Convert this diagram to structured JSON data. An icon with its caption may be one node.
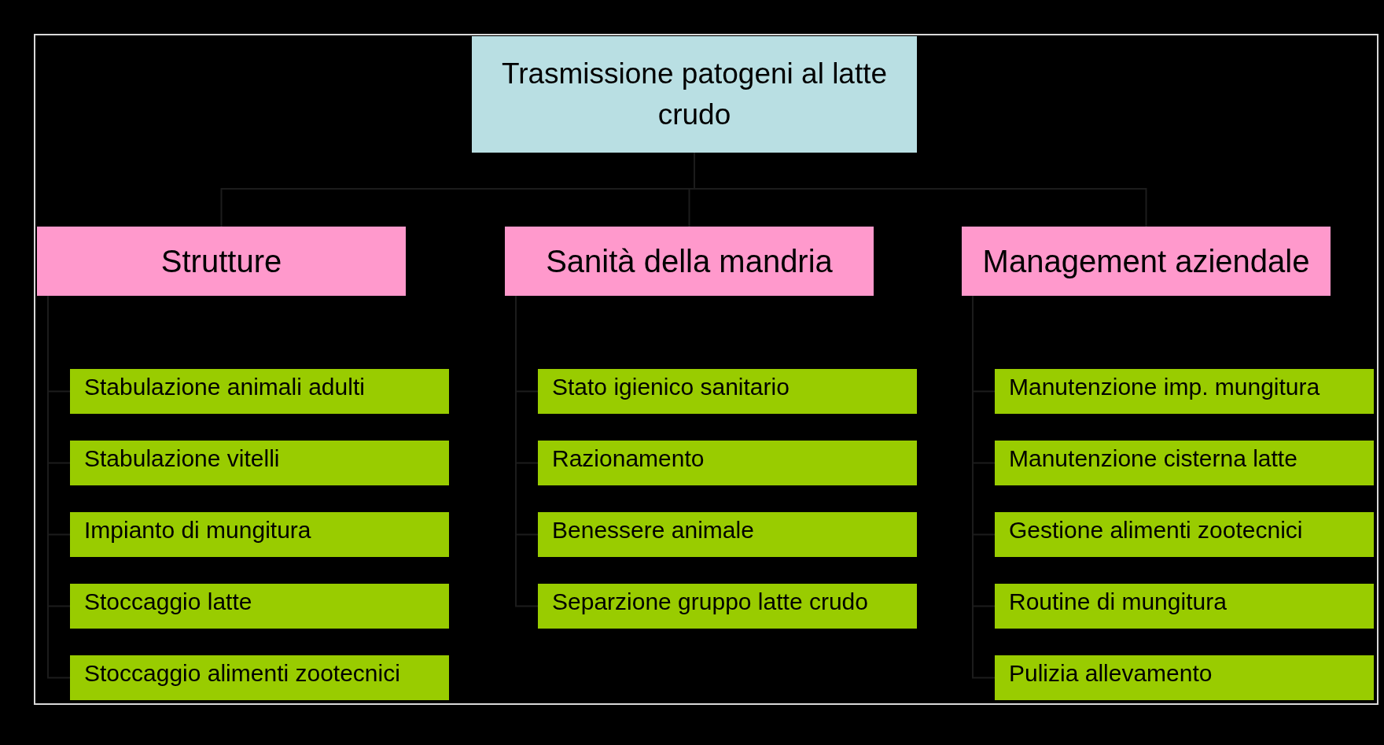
{
  "diagram": {
    "nodes": [
      {
        "text": [
          "Trasmissione patogeni al latte crudo"
        ]
      },
      {
        "text": [
          "Strutture"
        ]
      },
      {
        "text": [
          "Sanità della mandria"
        ]
      },
      {
        "text": [
          "Management aziendale"
        ]
      },
      {
        "text": [
          "Stabulazione animali adulti"
        ]
      },
      {
        "text": [
          "Stabulazione vitelli"
        ]
      },
      {
        "text": [
          "Impianto di mungitura"
        ]
      },
      {
        "text": [
          "Stoccaggio latte"
        ]
      },
      {
        "text": [
          "Stoccaggio alimenti zootecnici"
        ]
      },
      {
        "text": [
          "Stato igienico sanitario"
        ]
      },
      {
        "text": [
          "Razionamento"
        ]
      },
      {
        "text": [
          "Benessere animale"
        ]
      },
      {
        "text": [
          "Separzione gruppo latte crudo"
        ]
      },
      {
        "text": [
          "Manutenzione imp. mungitura"
        ]
      },
      {
        "text": [
          "Manutenzione cisterna latte"
        ]
      },
      {
        "text": [
          "Gestione alimenti zootecnici"
        ]
      },
      {
        "text": [
          "Routine di mungitura"
        ]
      },
      {
        "text": [
          "Pulizia allevamento"
        ]
      }
    ],
    "edges": [
      {
        "from": 0,
        "to": 1,
        "arrow": "none"
      },
      {
        "from": 0,
        "to": 2,
        "arrow": "none"
      },
      {
        "from": 0,
        "to": 3,
        "arrow": "none"
      },
      {
        "from": 1,
        "to": 4,
        "arrow": "none"
      },
      {
        "from": 1,
        "to": 5,
        "arrow": "none"
      },
      {
        "from": 1,
        "to": 6,
        "arrow": "none"
      },
      {
        "from": 1,
        "to": 7,
        "arrow": "none"
      },
      {
        "from": 1,
        "to": 8,
        "arrow": "none"
      },
      {
        "from": 2,
        "to": 9,
        "arrow": "none"
      },
      {
        "from": 2,
        "to": 10,
        "arrow": "none"
      },
      {
        "from": 2,
        "to": 11,
        "arrow": "none"
      },
      {
        "from": 2,
        "to": 12,
        "arrow": "none"
      },
      {
        "from": 3,
        "to": 13,
        "arrow": "none"
      },
      {
        "from": 3,
        "to": 14,
        "arrow": "none"
      },
      {
        "from": 3,
        "to": 15,
        "arrow": "none"
      },
      {
        "from": 3,
        "to": 16,
        "arrow": "none"
      },
      {
        "from": 3,
        "to": 17,
        "arrow": "none"
      }
    ]
  }
}
